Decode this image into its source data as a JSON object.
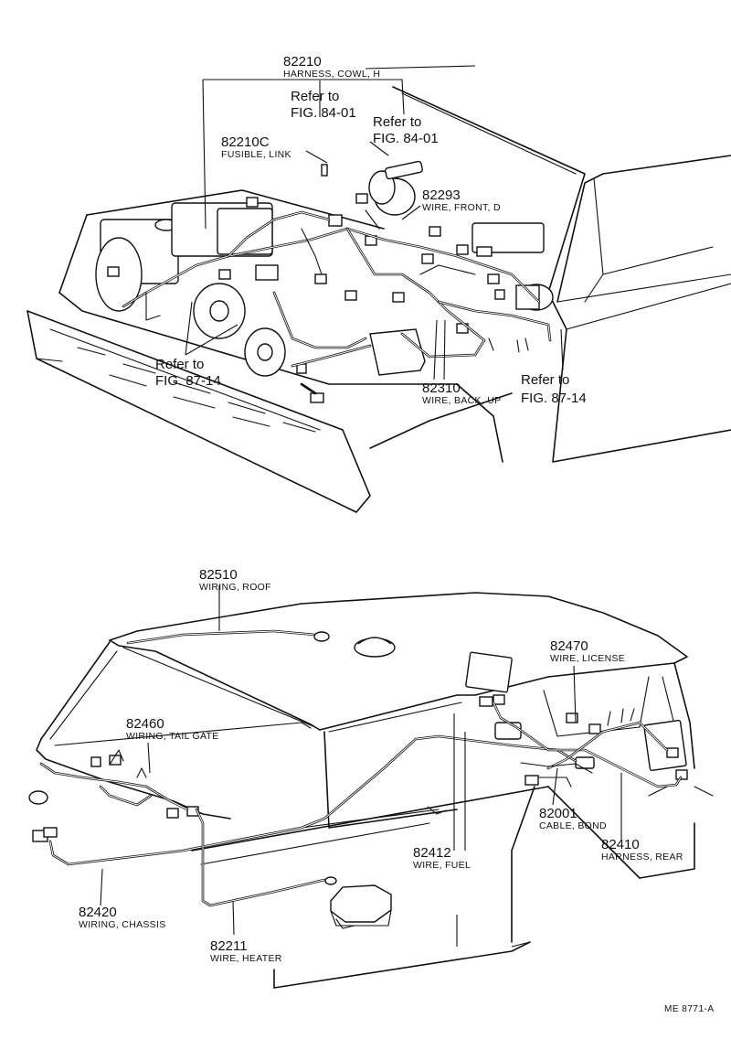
{
  "top_view": {
    "callouts": [
      {
        "number": "82210",
        "name": "HARNESS, COWL, H"
      },
      {
        "number": "82210C",
        "name": "FUSIBLE, LINK"
      },
      {
        "number": "82293",
        "name": "WIRE, FRONT, D"
      },
      {
        "number": "82310",
        "name": "WIRE, BACK, UP"
      }
    ],
    "references": [
      {
        "line1": "Refer to",
        "line2": "FIG. 84-01"
      },
      {
        "line1": "Refer to",
        "line2": "FIG. 84-01"
      },
      {
        "line1": "Refer to",
        "line2": "FIG. 87-14"
      },
      {
        "line1": "Refer to",
        "line2": "FIG. 87-14"
      }
    ]
  },
  "bottom_view": {
    "callouts": [
      {
        "number": "82510",
        "name": "WIRING, ROOF"
      },
      {
        "number": "82470",
        "name": "WIRE, LICENSE"
      },
      {
        "number": "82460",
        "name": "WIRING, TAIL GATE"
      },
      {
        "number": "82001",
        "name": "CABLE, BOND"
      },
      {
        "number": "82412",
        "name": "WIRE, FUEL"
      },
      {
        "number": "82410",
        "name": "HARNESS, REAR"
      },
      {
        "number": "82420",
        "name": "WIRING, CHASSIS"
      },
      {
        "number": "82211",
        "name": "WIRE, HEATER"
      }
    ]
  },
  "figure_code": "ME 8771-A"
}
